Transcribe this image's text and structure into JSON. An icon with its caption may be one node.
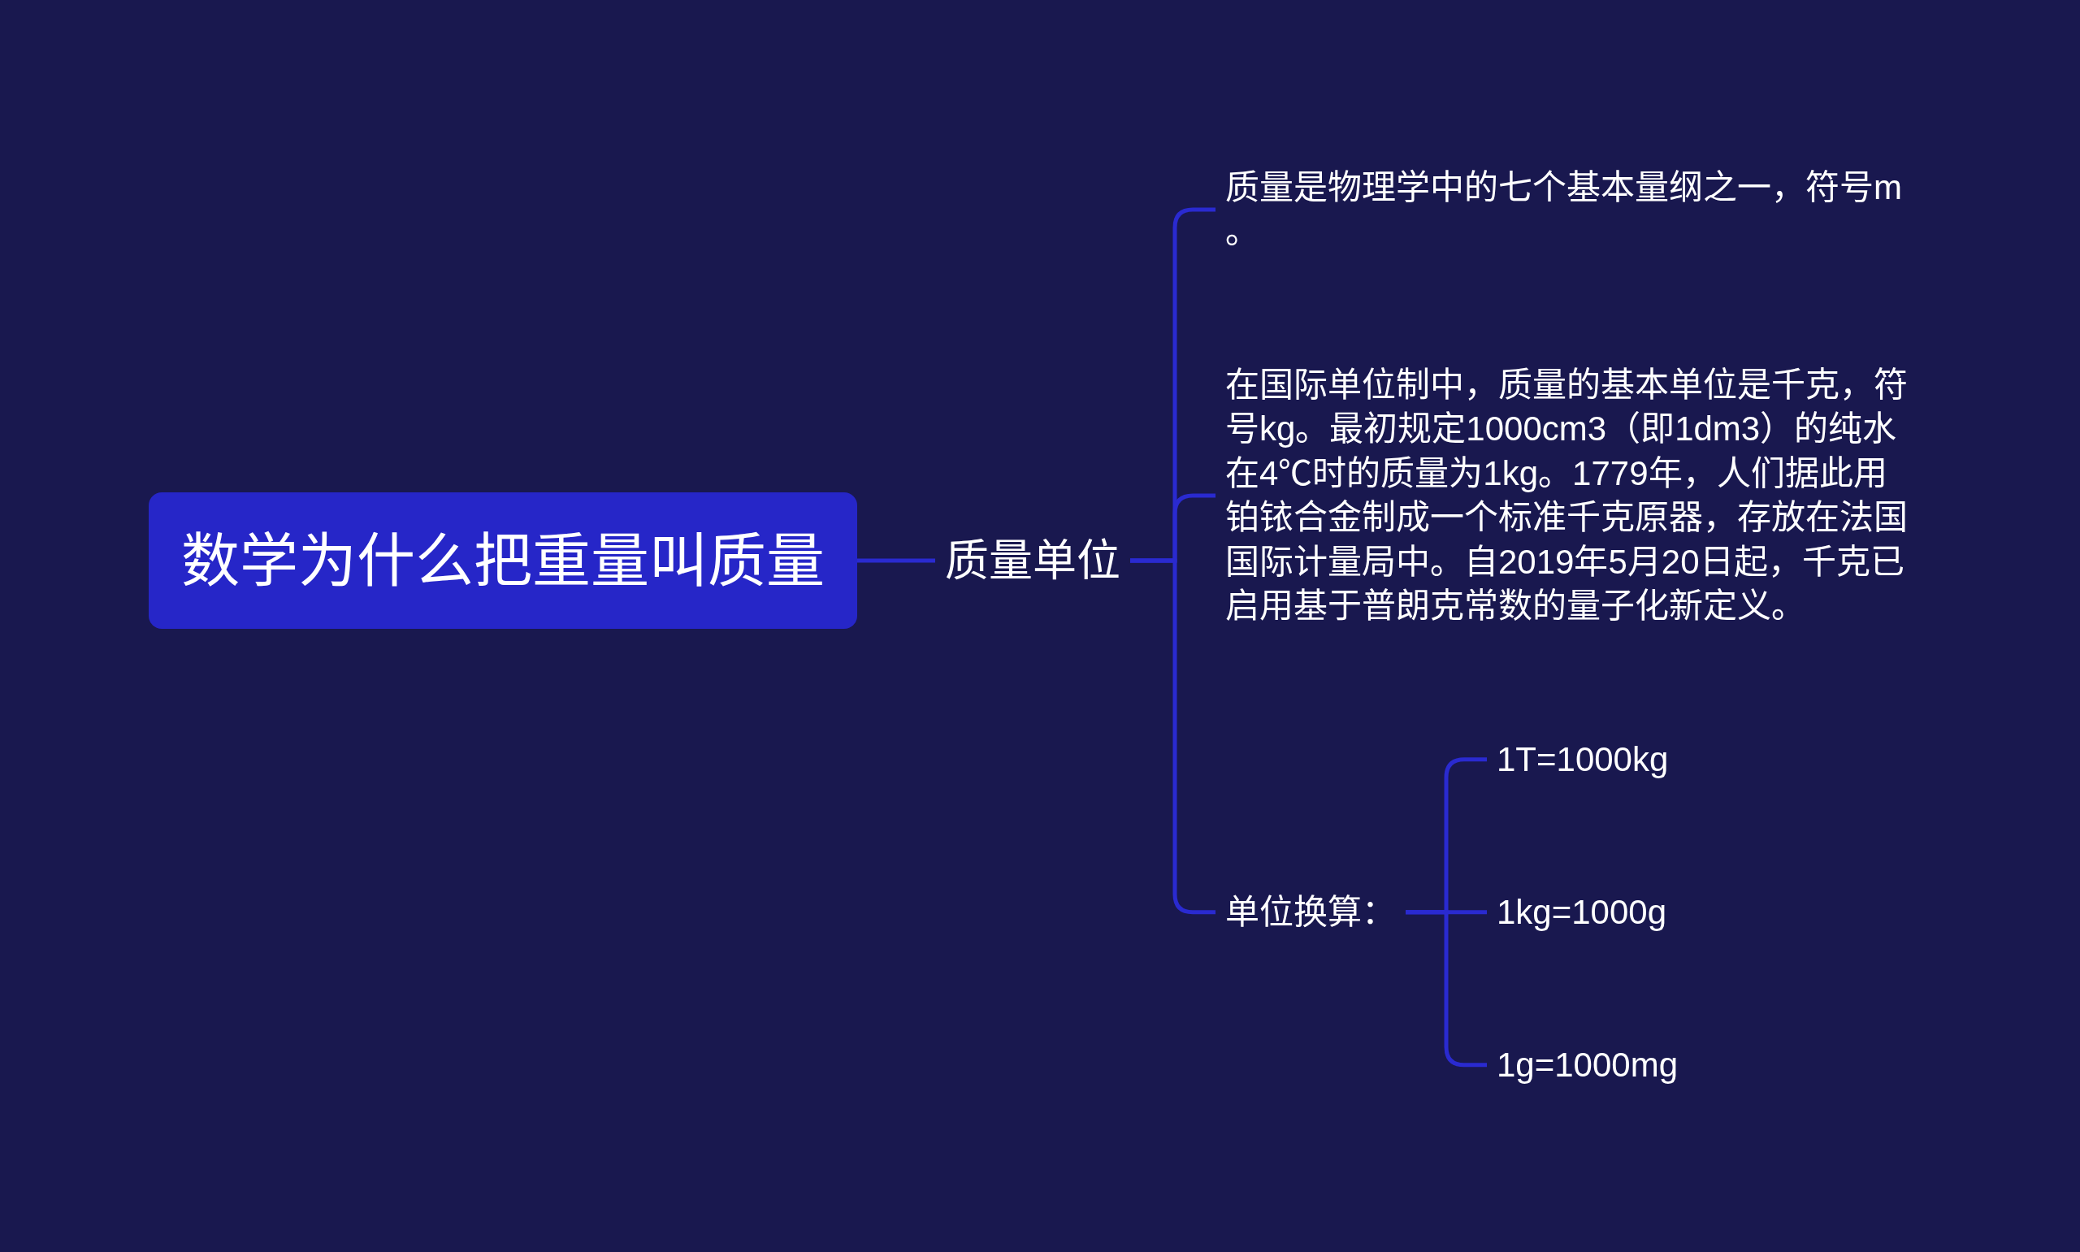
{
  "diagram": {
    "nodes": [
      {
        "text": [
          "数学为什么把重量叫质量"
        ]
      },
      {
        "text": [
          "质量单位"
        ]
      },
      {
        "text": [
          "质量是物理学中的七个基本量纲之一，符号m。"
        ]
      },
      {
        "text": [
          "在国际单位制中，质量的基本单位是千克，符号kg。最初规定1000cm3（即1dm3）的纯水在4℃时的质量为1kg。1779年，人们据此用铂铱合金制成一个标准千克原器，存放在法国国际计量局中。自2019年5月20日起，千克已启用基于普朗克常数的量子化新定义。"
        ]
      },
      {
        "text": [
          "单位换算："
        ]
      },
      {
        "text": [
          "1T=1000kg"
        ]
      },
      {
        "text": [
          "1kg=1000g"
        ]
      },
      {
        "text": [
          "1g=1000mg"
        ]
      }
    ],
    "edges": [
      {
        "from": 0,
        "to": 1,
        "arrow": "none"
      },
      {
        "from": 1,
        "to": 2,
        "arrow": "none"
      },
      {
        "from": 1,
        "to": 3,
        "arrow": "none"
      },
      {
        "from": 1,
        "to": 4,
        "arrow": "none"
      },
      {
        "from": 4,
        "to": 5,
        "arrow": "none"
      },
      {
        "from": 4,
        "to": 6,
        "arrow": "none"
      },
      {
        "from": 4,
        "to": 7,
        "arrow": "none"
      }
    ]
  }
}
